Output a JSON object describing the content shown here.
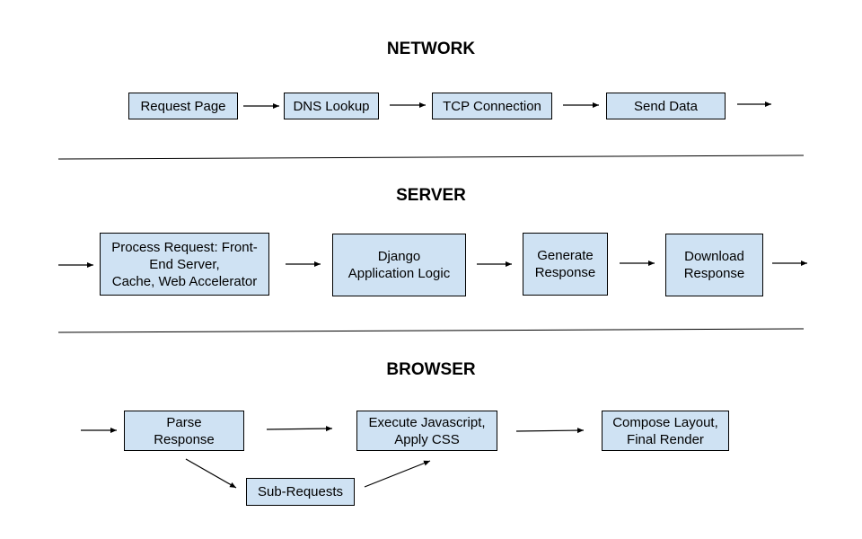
{
  "colors": {
    "box_fill": "#cfe2f3",
    "box_border": "#000000",
    "line": "#000000"
  },
  "sections": {
    "network": {
      "title": "NETWORK",
      "steps": [
        "Request Page",
        "DNS Lookup",
        "TCP Connection",
        "Send Data"
      ]
    },
    "server": {
      "title": "SERVER",
      "steps": [
        "Process Request: Front-\nEnd Server,\nCache, Web Accelerator",
        "Django\nApplication Logic",
        "Generate\nResponse",
        "Download\nResponse"
      ]
    },
    "browser": {
      "title": "BROWSER",
      "steps": [
        "Parse\nResponse",
        "Execute Javascript,\nApply CSS",
        "Compose Layout,\nFinal Render",
        "Sub-Requests"
      ]
    }
  }
}
